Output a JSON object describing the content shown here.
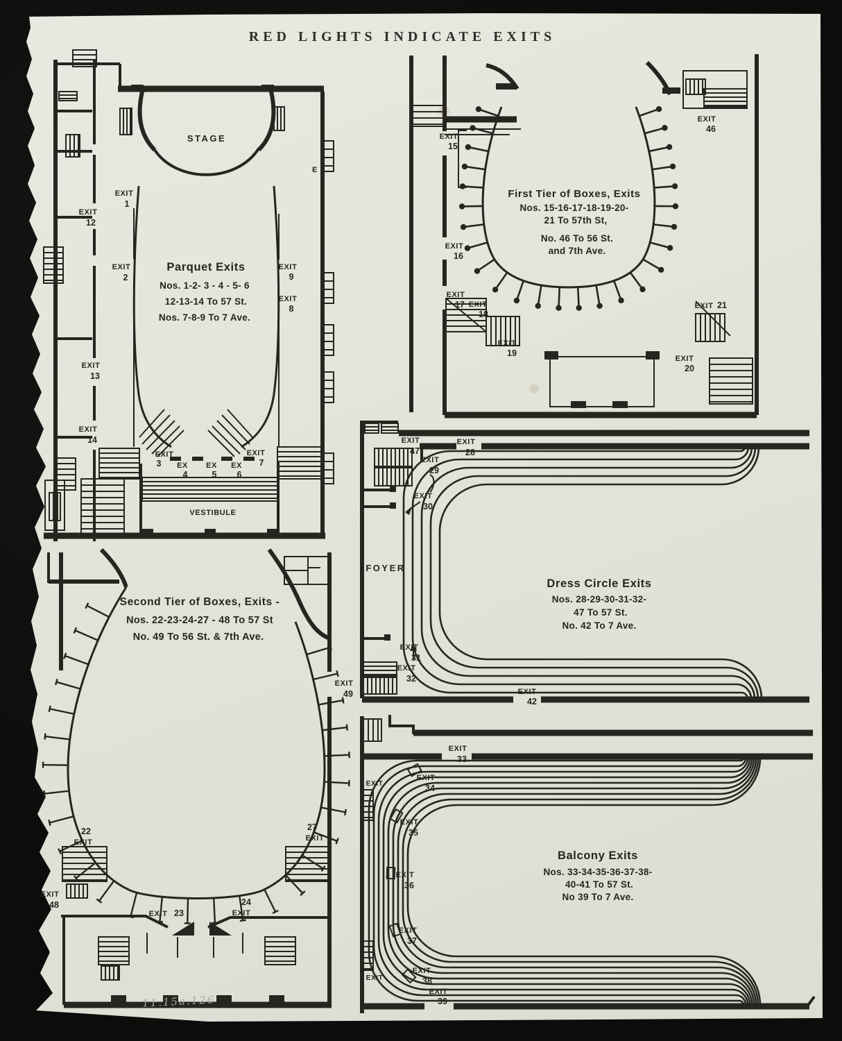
{
  "page": {
    "title": "RED LIGHTS INDICATE EXITS",
    "handwritten_note": "11.15a.126",
    "colors": {
      "paper": "#e3e4da",
      "ink": "#26251f",
      "background": "#0c0c0a"
    }
  },
  "diagrams": {
    "parquet": {
      "stage": "STAGE",
      "vestibule": "VESTIBULE",
      "door_mark": "E",
      "title": "Parquet Exits",
      "lines": [
        "Nos. 1-2- 3 - 4 - 5- 6",
        "12-13-14 To 57 St.",
        "Nos. 7-8-9 To 7 Ave."
      ],
      "exits": [
        {
          "word": "EXIT",
          "no": "12"
        },
        {
          "word": "EXIT",
          "no": "1"
        },
        {
          "word": "EXIT",
          "no": "2"
        },
        {
          "word": "EXIT",
          "no": "13"
        },
        {
          "word": "EXIT",
          "no": "14"
        },
        {
          "word": "EXIT",
          "no": "3"
        },
        {
          "word": "EX",
          "no": "4"
        },
        {
          "word": "EX",
          "no": "5"
        },
        {
          "word": "EX",
          "no": "6"
        },
        {
          "word": "EXIT",
          "no": "7"
        },
        {
          "word": "EXIT",
          "no": "9"
        },
        {
          "word": "EXIT",
          "no": "8"
        }
      ]
    },
    "first_tier": {
      "title": "First Tier of Boxes, Exits",
      "lines": [
        "Nos. 15-16-17-18-19-20-",
        "21 To 57th St,",
        "No. 46 To 56 St.",
        "and 7th Ave."
      ],
      "exits": [
        {
          "word": "EXIT",
          "no": "15"
        },
        {
          "word": "EXIT",
          "no": "16"
        },
        {
          "word": "EXIT",
          "no": "17"
        },
        {
          "word": "EXIT",
          "no": "18"
        },
        {
          "word": "EXIT",
          "no": "19"
        },
        {
          "word": "EXIT",
          "no": "20"
        },
        {
          "word": "EXIT",
          "no": "46"
        },
        {
          "word": "EXIT",
          "no": "21"
        }
      ]
    },
    "dress_circle": {
      "foyer": "FOYER",
      "title": "Dress Circle Exits",
      "lines": [
        "Nos. 28-29-30-31-32-",
        "47 To 57 St.",
        "No. 42 To 7 Ave."
      ],
      "exits": [
        {
          "word": "EXIT",
          "no": "47"
        },
        {
          "word": "EXIT",
          "no": "28"
        },
        {
          "word": "EXIT",
          "no": "29"
        },
        {
          "word": "EXIT",
          "no": "30"
        },
        {
          "word": "EXIT",
          "no": "31"
        },
        {
          "word": "EXIT",
          "no": "32"
        },
        {
          "word": "EXIT",
          "no": "42"
        }
      ]
    },
    "second_tier": {
      "title": "Second Tier of Boxes, Exits -",
      "lines": [
        "Nos. 22-23-24-27 - 48 To 57 St",
        "No. 49 To 56 St. & 7th Ave."
      ],
      "exits": [
        {
          "word": "EXIT",
          "no": "22"
        },
        {
          "word": "EXIT",
          "no": "27"
        },
        {
          "word": "EXIT",
          "no": "48"
        },
        {
          "word": "EXIT",
          "no": "49"
        },
        {
          "word": "EXIT",
          "no": "23"
        },
        {
          "word": "EXIT",
          "no": "24"
        }
      ]
    },
    "balcony": {
      "title": "Balcony Exits",
      "lines": [
        "Nos. 33-34-35-36-37-38-",
        "40-41 To 57 St.",
        "No 39 To 7 Ave."
      ],
      "exits": [
        {
          "word": "EXIT",
          "no": "33"
        },
        {
          "word": "EXIT",
          "no": "34"
        },
        {
          "word": "EXIT",
          "no": "35"
        },
        {
          "word": "EXIT",
          "no": "36"
        },
        {
          "word": "EXIT",
          "no": "37"
        },
        {
          "word": "EXIT",
          "no": "38"
        },
        {
          "word": "EXIT",
          "no": "39"
        },
        {
          "word": "EXIT",
          "no": ""
        },
        {
          "word": "EXIT",
          "no": ""
        }
      ]
    }
  }
}
